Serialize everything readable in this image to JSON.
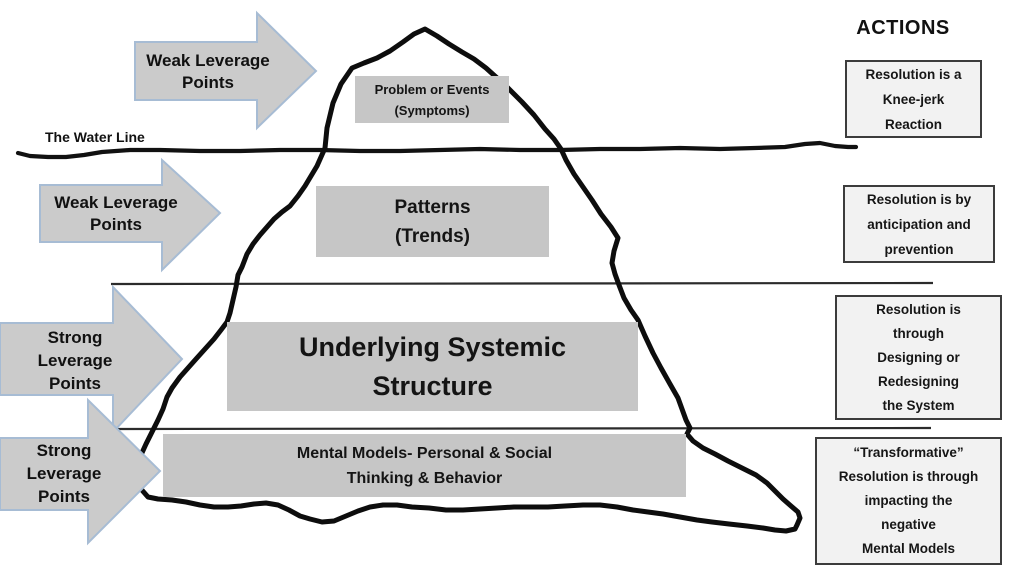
{
  "title": "Iceberg systems-thinking model",
  "waterline": {
    "label": "The Water Line"
  },
  "arrows": [
    {
      "id": "weak-leverage-1",
      "lines": [
        "Weak Leverage",
        "Points"
      ]
    },
    {
      "id": "weak-leverage-2",
      "lines": [
        "Weak Leverage",
        "Points"
      ]
    },
    {
      "id": "strong-leverage-1",
      "lines": [
        "Strong",
        "Leverage",
        "Points"
      ]
    },
    {
      "id": "strong-leverage-2",
      "lines": [
        "Strong",
        "Leverage",
        "Points"
      ]
    }
  ],
  "iceberg_levels": [
    {
      "id": "events",
      "lines": [
        "Problem or Events",
        "(Symptoms)"
      ]
    },
    {
      "id": "patterns",
      "lines": [
        "Patterns",
        "(Trends)"
      ]
    },
    {
      "id": "structure",
      "lines": [
        "Underlying Systemic",
        "Structure"
      ]
    },
    {
      "id": "mental-models",
      "lines": [
        "Mental Models- Personal & Social",
        "Thinking & Behavior"
      ]
    }
  ],
  "actions": {
    "header": "ACTIONS",
    "boxes": [
      {
        "lines": [
          "Resolution is a",
          "Knee-jerk",
          "Reaction"
        ]
      },
      {
        "lines": [
          "Resolution is by",
          "anticipation and",
          "prevention"
        ]
      },
      {
        "lines": [
          "Resolution is",
          "through",
          "Designing or",
          "Redesigning",
          "the System"
        ]
      },
      {
        "lines": [
          "“Transformative”",
          "Resolution is through",
          "impacting the",
          "negative",
          "Mental Models"
        ]
      }
    ]
  },
  "icons": {
    "arrow_shape": "right-arrow-icon",
    "iceberg_shape": "iceberg-outline"
  },
  "colors": {
    "background": "#ffffff",
    "level_box_fill": "#c6c6c6",
    "arrow_fill": "#cbcbcb",
    "arrow_border": "#a7bcd4",
    "action_box_fill": "#f2f2f2",
    "action_box_border": "#3c3c3c",
    "outline": "#0d0d0d",
    "text": "#111111"
  }
}
